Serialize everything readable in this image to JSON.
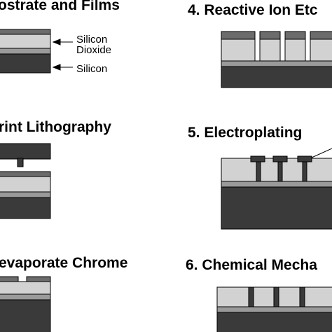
{
  "steps": [
    {
      "title": "ostrate and Films"
    },
    {
      "title": "rint Lithography"
    },
    {
      "title": "evaporate Chrome"
    },
    {
      "title": "4. Reactive Ion Etc"
    },
    {
      "title": "5. Electroplating"
    },
    {
      "title": "6. Chemical Mecha"
    }
  ],
  "annotations": {
    "silicon_dioxide_line1": "Silicon",
    "silicon_dioxide_line2": "Dioxide",
    "silicon": "Silicon"
  },
  "colors": {
    "silicon": "#3a3a3a",
    "silicon_dioxide": "#d2d2d2",
    "film": "#6c6c6c",
    "thin_layer": "#9a9a9a",
    "outline": "#000000",
    "background": "#ffffff"
  }
}
